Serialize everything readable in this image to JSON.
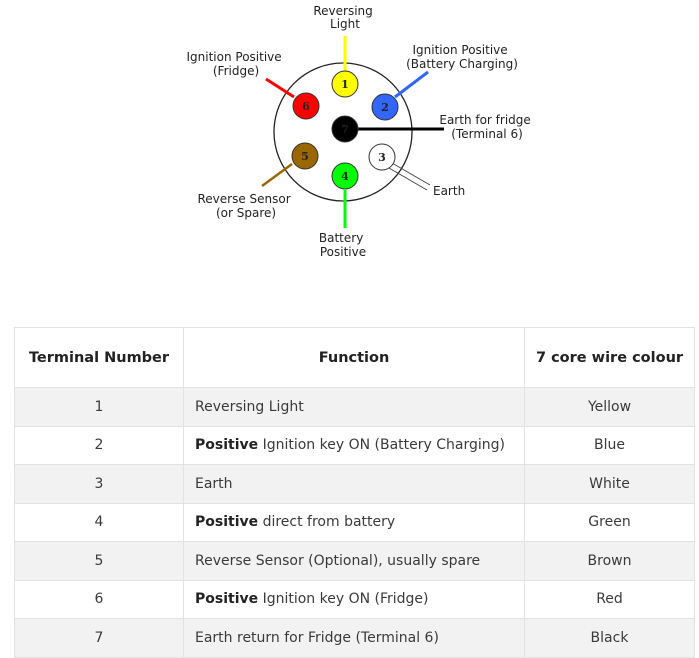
{
  "diagram": {
    "pins": [
      {
        "number": "1",
        "label_lines": [
          "Reversing",
          "Light"
        ],
        "color": "#ffff00"
      },
      {
        "number": "2",
        "label_lines": [
          "Ignition Positive",
          "(Battery Charging)"
        ],
        "color": "#3366ff"
      },
      {
        "number": "3",
        "label_lines": [
          "Earth"
        ],
        "color": "#ffffff"
      },
      {
        "number": "4",
        "label_lines": [
          "Battery",
          "Positive"
        ],
        "color": "#00ff00"
      },
      {
        "number": "5",
        "label_lines": [
          "Reverse Sensor",
          "(or Spare)"
        ],
        "color": "#996600"
      },
      {
        "number": "6",
        "label_lines": [
          "Ignition Positive",
          "(Fridge)"
        ],
        "color": "#ff0000"
      },
      {
        "number": "7",
        "label_lines": [
          "Earth for fridge",
          "(Terminal 6)"
        ],
        "color": "#000000"
      }
    ]
  },
  "table": {
    "headers": [
      "Terminal Number",
      "Function",
      "7 core wire colour"
    ],
    "rows": [
      {
        "terminal": "1",
        "bold": "",
        "function": "Reversing Light",
        "colour": "Yellow"
      },
      {
        "terminal": "2",
        "bold": "Positive",
        "function": " Ignition key ON (Battery Charging)",
        "colour": "Blue"
      },
      {
        "terminal": "3",
        "bold": "",
        "function": "Earth",
        "colour": "White"
      },
      {
        "terminal": "4",
        "bold": "Positive",
        "function": " direct from battery",
        "colour": "Green"
      },
      {
        "terminal": "5",
        "bold": "",
        "function": "Reverse Sensor (Optional), usually spare",
        "colour": "Brown"
      },
      {
        "terminal": "6",
        "bold": "Positive",
        "function": " Ignition key ON (Fridge)",
        "colour": "Red"
      },
      {
        "terminal": "7",
        "bold": "",
        "function": "Earth return for Fridge (Terminal 6)",
        "colour": "Black"
      }
    ]
  }
}
